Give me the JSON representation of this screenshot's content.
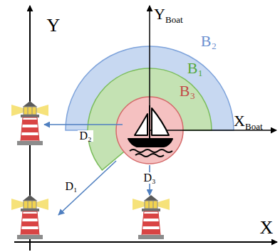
{
  "diagram": {
    "labels": [
      "Y",
      "X",
      "Y",
      "Boat",
      "X",
      "Boat",
      "B₂",
      "B₁",
      "B₃",
      "D₂",
      "D₁",
      "D₃"
    ]
  }
}
